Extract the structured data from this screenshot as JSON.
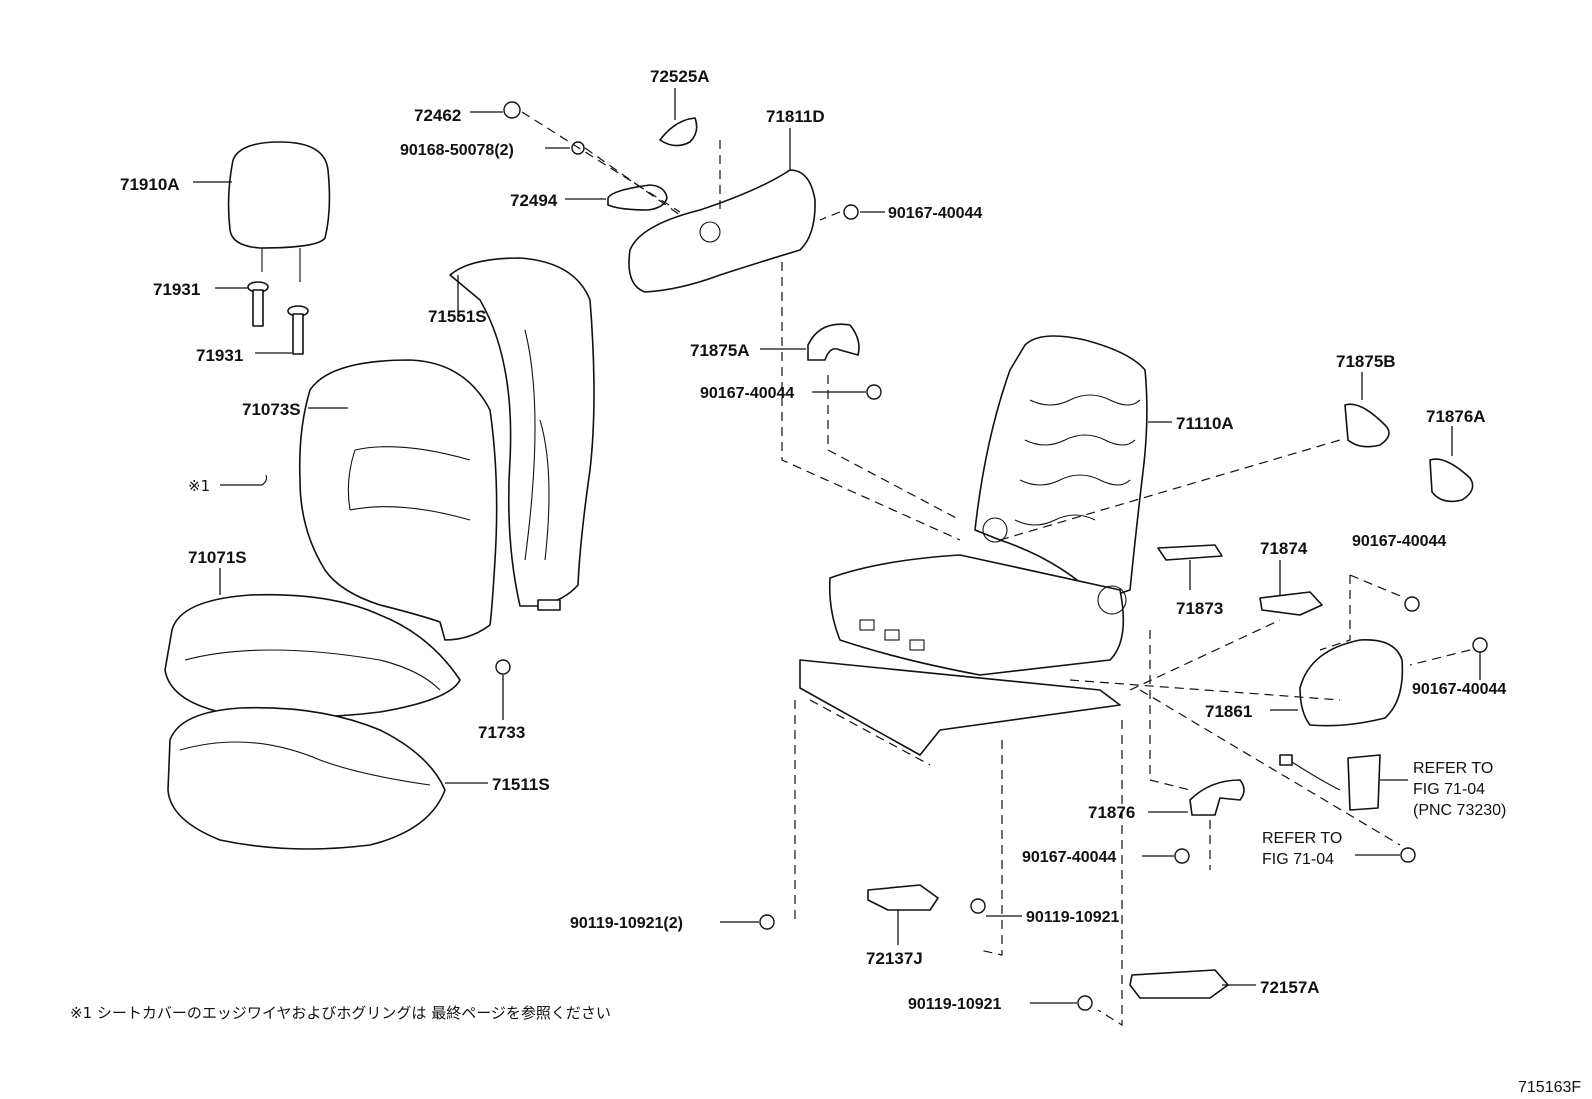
{
  "diagram": {
    "figure_code": "715163F",
    "footnote": "※1 シートカバーのエッジワイヤおよびホグリングは 最終ページを参照ください",
    "labels": {
      "p72525A": "72525A",
      "p72462": "72462",
      "p71811D": "71811D",
      "p90168_50078": "90168-50078(2)",
      "p71910A": "71910A",
      "p72494": "72494",
      "p90167_40044_top": "90167-40044",
      "p71931_a": "71931",
      "p71551S": "71551S",
      "p71931_b": "71931",
      "p71875A": "71875A",
      "p90167_40044_mid": "90167-40044",
      "p71073S": "71073S",
      "p71110A": "71110A",
      "p71875B": "71875B",
      "p71876A": "71876A",
      "p_note1": "※1",
      "p71071S": "71071S",
      "p90167_40044_right": "90167-40044",
      "p71874": "71874",
      "p71873": "71873",
      "p71733": "71733",
      "p71861": "71861",
      "p90167_40044_right2": "90167-40044",
      "p71511S": "71511S",
      "refer1_a": "REFER TO",
      "refer1_b": "FIG 71-04",
      "refer1_c": "(PNC 73230)",
      "p71876": "71876",
      "refer2_a": "REFER TO",
      "refer2_b": "FIG 71-04",
      "p90167_40044_low": "90167-40044",
      "p90119_10921_2": "90119-10921(2)",
      "p90119_10921_mid": "90119-10921",
      "p72137J": "72137J",
      "p72157A": "72157A",
      "p90119_10921_bot": "90119-10921"
    }
  }
}
